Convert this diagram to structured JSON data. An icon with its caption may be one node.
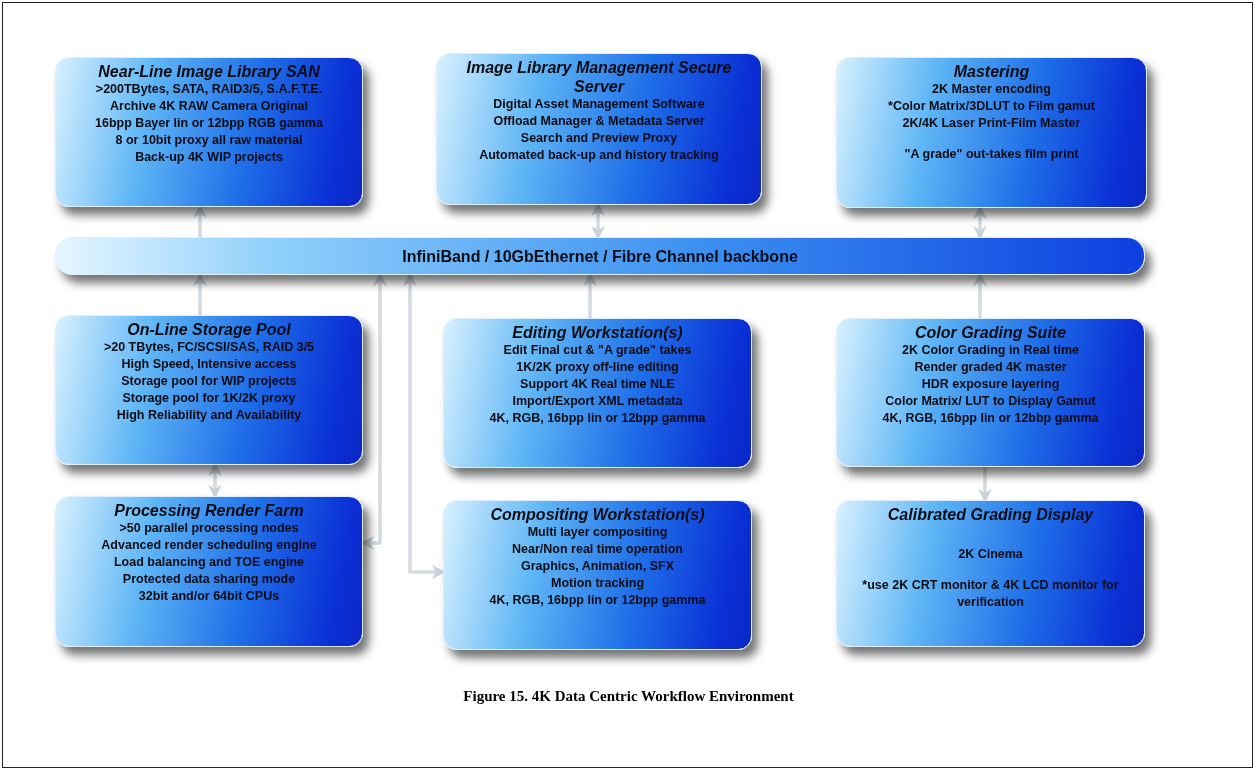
{
  "diagram": {
    "caption": "Figure 15. 4K Data Centric Workflow Environment",
    "nodes": [
      {
        "text": [
          "Near-Line Image Library SAN",
          ">200TBytes, SATA, RAID3/5, S.A.F.T.E.",
          "Archive 4K RAW Camera Original",
          "16bpp Bayer lin or 12bpp RGB gamma",
          "8 or 10bit proxy all raw material",
          "Back-up 4K WIP projects"
        ]
      },
      {
        "text": [
          "Image Library Management Secure Server",
          "Digital Asset Management Software",
          "Offload Manager & Metadata Server",
          "Search and Preview Proxy",
          "Automated back-up and history tracking"
        ]
      },
      {
        "text": [
          "Mastering",
          "2K Master encoding",
          "*Color Matrix/3DLUT to Film gamut",
          "2K/4K Laser Print-Film Master",
          "\"A grade\" out-takes film print"
        ]
      },
      {
        "text": [
          "InfiniBand / 10GbEthernet / Fibre Channel backbone"
        ]
      },
      {
        "text": [
          "On-Line Storage Pool",
          ">20 TBytes, FC/SCSI/SAS, RAID 3/5",
          "High Speed, Intensive access",
          "Storage pool for WIP projects",
          "Storage pool for 1K/2K proxy",
          "High Reliability and Availability"
        ]
      },
      {
        "text": [
          "Editing Workstation(s)",
          "Edit Final cut & \"A grade\" takes",
          "1K/2K proxy off-line editing",
          "Support 4K Real time NLE",
          "Import/Export XML metadata",
          "4K, RGB, 16bpp lin or 12bpp gamma"
        ]
      },
      {
        "text": [
          "Color Grading Suite",
          "2K Color Grading in Real time",
          "Render graded 4K master",
          "HDR exposure layering",
          "Color Matrix/ LUT to Display Gamut",
          "4K, RGB, 16bpp lin or 12bbp gamma"
        ]
      },
      {
        "text": [
          "Processing Render Farm",
          ">50 parallel processing nodes",
          "Advanced render scheduling engine",
          "Load balancing and TOE engine",
          "Protected data sharing mode",
          "32bit and/or 64bit CPUs"
        ]
      },
      {
        "text": [
          "Compositing Workstation(s)",
          "Multi layer compositing",
          "Near/Non real time operation",
          "Graphics, Animation, SFX",
          "Motion tracking",
          "4K, RGB, 16bpp lin or 12bpp gamma"
        ]
      },
      {
        "text": [
          "Calibrated Grading Display",
          "2K Cinema",
          "*use 2K CRT monitor & 4K LCD monitor for verification"
        ]
      }
    ],
    "edges": [
      {
        "from": 3,
        "to": 0,
        "arrow": "to"
      },
      {
        "from": 1,
        "to": 3,
        "arrow": "both"
      },
      {
        "from": 2,
        "to": 3,
        "arrow": "both"
      },
      {
        "from": 4,
        "to": 3,
        "arrow": "to"
      },
      {
        "from": 5,
        "to": 3,
        "arrow": "to"
      },
      {
        "from": 6,
        "to": 3,
        "arrow": "to"
      },
      {
        "from": 4,
        "to": 7,
        "arrow": "both"
      },
      {
        "from": 3,
        "to": 7,
        "arrow": "both"
      },
      {
        "from": 3,
        "to": 8,
        "arrow": "both"
      },
      {
        "from": 6,
        "to": 9,
        "arrow": "to"
      }
    ]
  }
}
